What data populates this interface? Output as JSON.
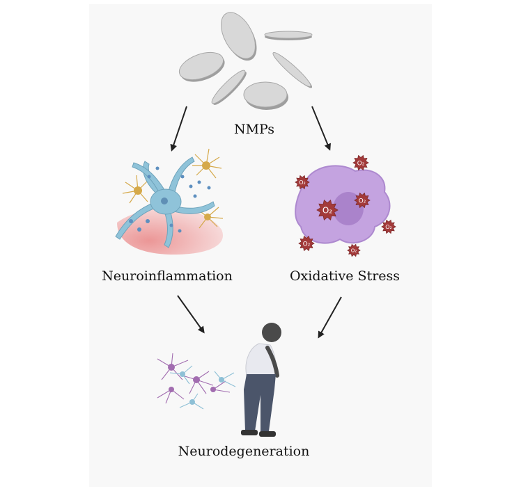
{
  "labels": {
    "nmps": "NMPs",
    "neuroinflammation": "Neuroinflammation",
    "oxidative_stress": "Oxidative Stress",
    "neurodegeneration": "Neurodegeneration"
  },
  "ros_symbol": "O₂",
  "icons": [
    "microplastic-disc-icon",
    "glial-cell-icon",
    "ros-cell-icon",
    "neuron-network-icon",
    "elderly-person-icon",
    "arrow-icon"
  ],
  "colors": {
    "disc": "#d4d4d4",
    "disc_edge": "#9a9a9a",
    "astrocyte": "#8fc3d9",
    "microglia": "#d5a94a",
    "tissue": "#ef9d9d",
    "cell": "#c4a3e0",
    "ros": "#a33a3a",
    "neuron_purple": "#a26db0",
    "neuron_blue": "#8ec0d6",
    "person_shirt": "#e8e9ef",
    "person_pants": "#4b556a",
    "person_skin": "#4a4a4a"
  }
}
